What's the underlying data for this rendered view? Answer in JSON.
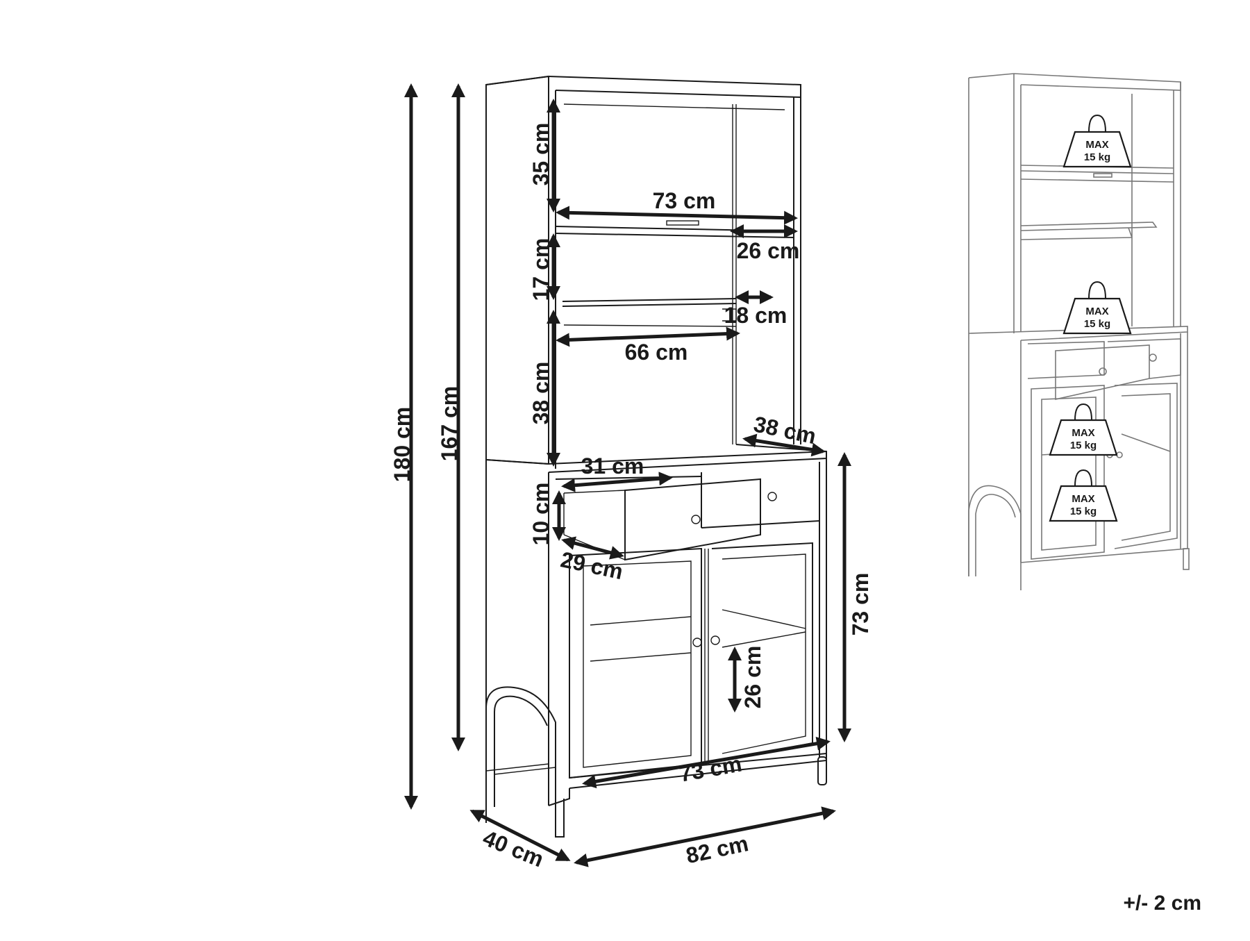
{
  "dimensions": {
    "total_height": "180 cm",
    "body_height": "167 cm",
    "top_shelf_height": "35 cm",
    "top_shelf_width": "73 cm",
    "top_shelf_depth": "26 cm",
    "middle_shelf_height": "17 cm",
    "rail_depth": "18 cm",
    "rail_width": "66 cm",
    "lower_open_height": "38 cm",
    "counter_depth": "38 cm",
    "drawer_width": "31 cm",
    "drawer_height": "10 cm",
    "drawer_depth": "29 cm",
    "cabinet_height": "73 cm",
    "cabinet_shelf_height": "26 cm",
    "cabinet_inner_width": "73 cm",
    "overall_depth": "40 cm",
    "overall_width": "82 cm"
  },
  "load_labels": [
    {
      "line1": "MAX",
      "line2": "15 kg"
    },
    {
      "line1": "MAX",
      "line2": "15 kg"
    },
    {
      "line1": "MAX",
      "line2": "15 kg"
    },
    {
      "line1": "MAX",
      "line2": "15 kg"
    }
  ],
  "tolerance": "+/- 2 cm"
}
